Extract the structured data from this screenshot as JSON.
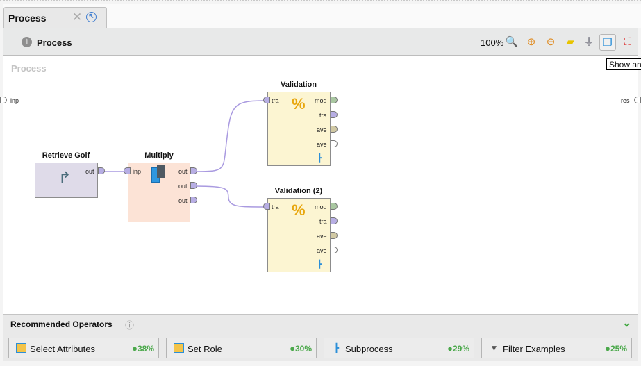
{
  "tab": {
    "label": "Process"
  },
  "toolbar": {
    "breadcrumb": "Process",
    "zoom": "100%",
    "tooltip": "Show an"
  },
  "canvas": {
    "title": "Process",
    "left_port": "inp",
    "right_port": "res"
  },
  "operators": {
    "retrieve": {
      "name": "Retrieve Golf",
      "out": "out"
    },
    "multiply": {
      "name": "Multiply",
      "inp": "inp",
      "out1": "out",
      "out2": "out",
      "out3": "out"
    },
    "validation1": {
      "name": "Validation",
      "tra_in": "tra",
      "mod": "mod",
      "tra": "tra",
      "ave1": "ave",
      "ave2": "ave"
    },
    "validation2": {
      "name": "Validation (2)",
      "tra_in": "tra",
      "mod": "mod",
      "tra": "tra",
      "ave1": "ave",
      "ave2": "ave"
    }
  },
  "recommended": {
    "title": "Recommended Operators",
    "items": [
      {
        "label": "Select Attributes",
        "percent": "38%"
      },
      {
        "label": "Set Role",
        "percent": "30%"
      },
      {
        "label": "Subprocess",
        "percent": "29%"
      },
      {
        "label": "Filter Examples",
        "percent": "25%"
      }
    ]
  }
}
